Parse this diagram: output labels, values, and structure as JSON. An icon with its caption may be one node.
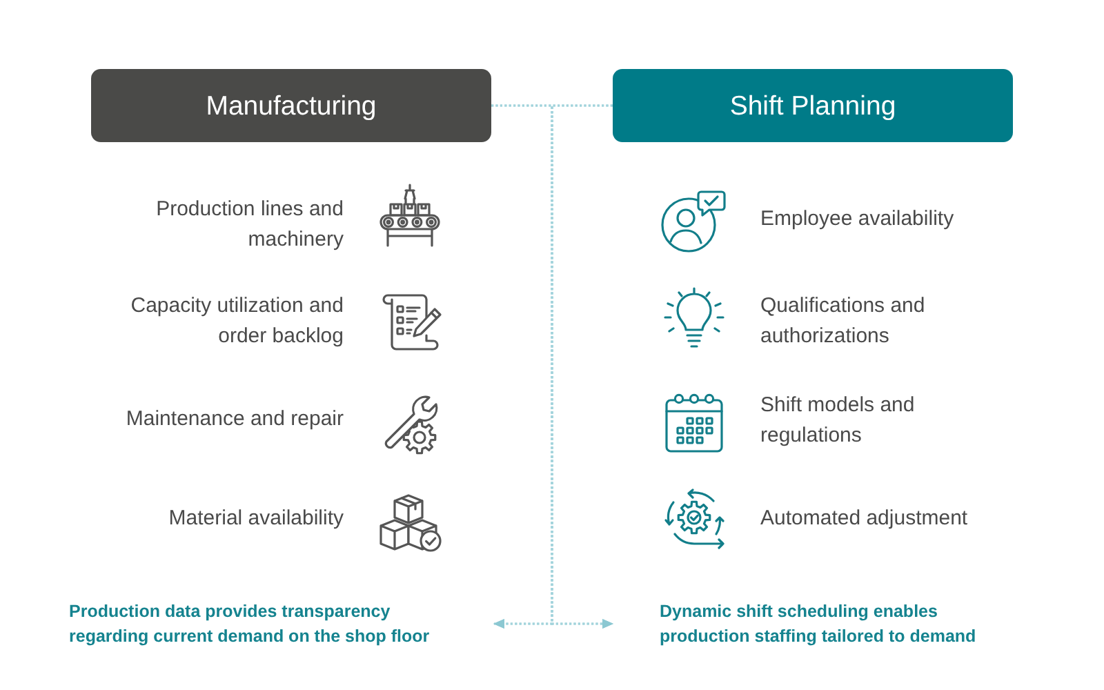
{
  "diagram": {
    "nodes": [
      {
        "text": [
          "Manufacturing"
        ]
      },
      {
        "text": [
          "Shift Planning"
        ]
      },
      {
        "text": [
          "Production data provides transparency regarding current demand on the shop floor"
        ]
      },
      {
        "text": [
          "Dynamic shift scheduling enables production staffing tailored to demand"
        ]
      }
    ],
    "edges": [
      {
        "from": 0,
        "to": 2,
        "arrow": "to",
        "style": "dashed"
      },
      {
        "from": 0,
        "to": 3,
        "arrow": "to",
        "style": "dashed"
      },
      {
        "from": 1,
        "to": 2,
        "arrow": "to",
        "style": "dashed"
      },
      {
        "from": 1,
        "to": 3,
        "arrow": "to",
        "style": "dashed"
      }
    ],
    "labels": [
      "Production lines and machinery",
      "Capacity utilization and order backlog",
      "Maintenance and repair",
      "Material availability",
      "Employee availability",
      "Qualifications and authorizations",
      "Shift models and regulations",
      "Automated adjustment"
    ]
  }
}
